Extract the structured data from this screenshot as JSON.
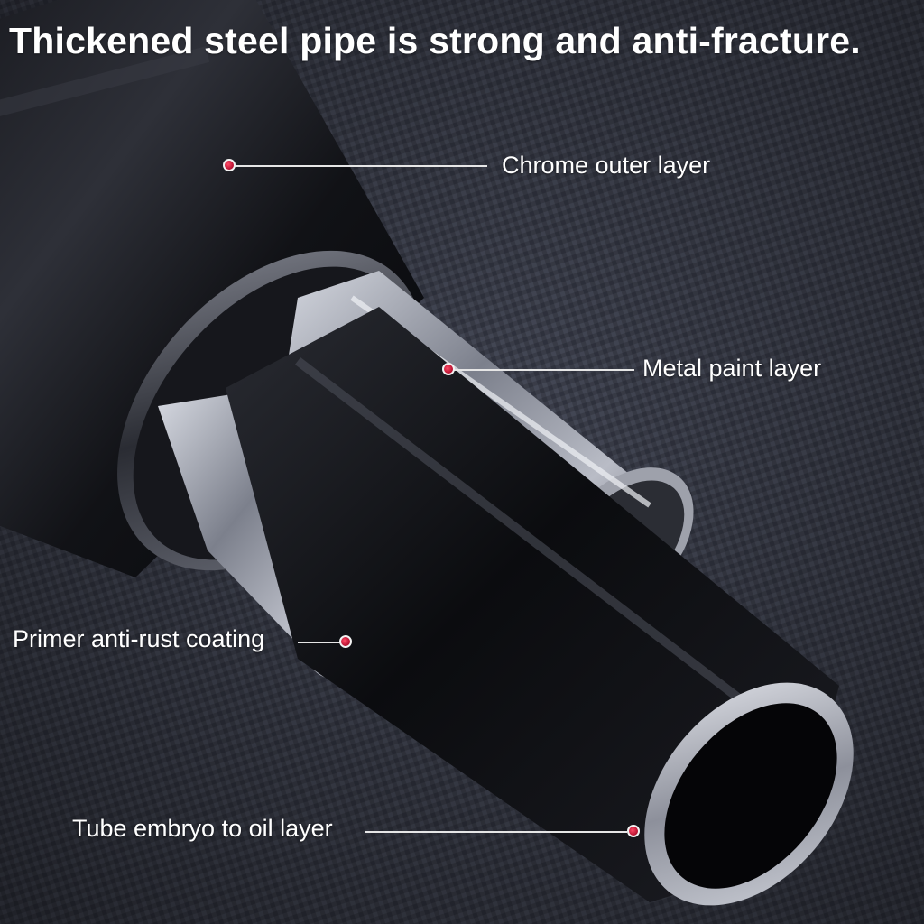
{
  "headline": "Thickened steel pipe is strong and anti-fracture.",
  "callouts": {
    "chrome_outer": "Chrome outer layer",
    "metal_paint": "Metal paint layer",
    "primer_coating": "Primer anti-rust coating",
    "tube_embryo": "Tube embryo to oil layer"
  },
  "colors": {
    "background": "#3a3d49",
    "marker": "#d61a3c",
    "text": "#ffffff"
  }
}
